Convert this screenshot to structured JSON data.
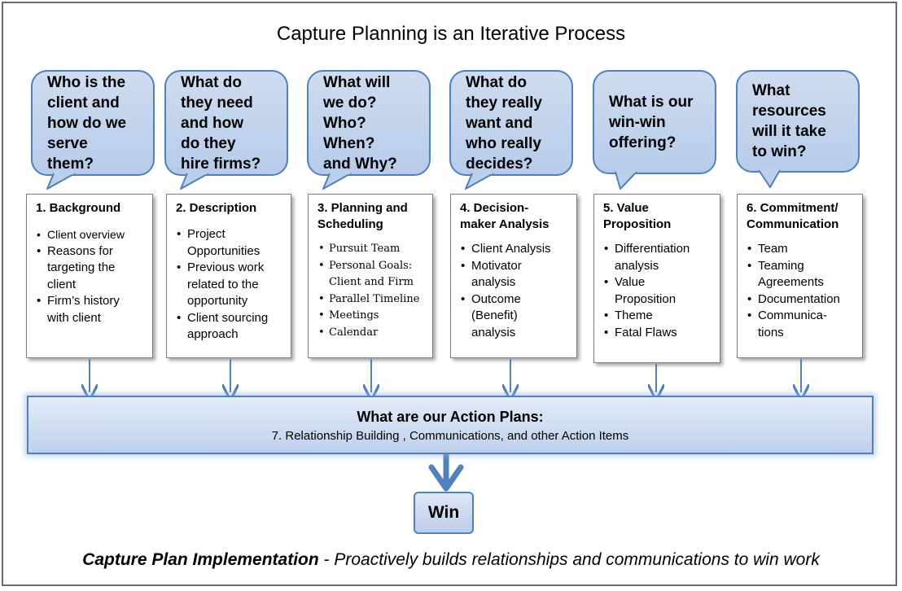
{
  "title": "Capture Planning is an Iterative Process",
  "colors": {
    "accent": "#4f81bd",
    "bubble_fill": "#c3d4ee",
    "panel_fill": "#d3e0f3"
  },
  "bubbles": [
    {
      "text": "Who is the\nclient and\nhow do we\nserve\nthem?"
    },
    {
      "text": "What do\nthey need\nand how\ndo they\nhire firms?"
    },
    {
      "text": "What will\nwe do?\nWho?\nWhen?\nand Why?"
    },
    {
      "text": "What do\nthey really\nwant  and\nwho really\ndecides?"
    },
    {
      "text": "What is our\nwin-win\noffering?"
    },
    {
      "text": "What\nresources\nwill it take\nto win?"
    }
  ],
  "boxes": [
    {
      "title": "1. Background",
      "items": [
        "Client overview",
        "Reasons for\ntargeting  the\nclient",
        "Firm’s history\nwith client"
      ]
    },
    {
      "title": "2. Description",
      "items": [
        "Project\nOpportunities",
        "Previous work\nrelated  to the\nopportunity",
        "Client sourcing\napproach"
      ]
    },
    {
      "title": "3. Planning and\nScheduling",
      "items": [
        "Pursuit Team",
        "Personal Goals:\nClient and Firm",
        "Parallel Timeline",
        "Meetings",
        "Calendar"
      ]
    },
    {
      "title": "4. Decision-\nmaker Analysis",
      "items": [
        "Client Analysis",
        "Motivator\nanalysis",
        "Outcome\n(Benefit)\nanalysis"
      ]
    },
    {
      "title": "5. Value\nProposition",
      "items": [
        "Differentiation\nanalysis",
        "Value\nProposition",
        "Theme",
        "Fatal Flaws"
      ]
    },
    {
      "title": "6. Commitment/\nCommunication",
      "items": [
        "Team",
        "Teaming\nAgreements",
        "Documentation",
        "Communica-\ntions"
      ]
    }
  ],
  "action_plans": {
    "title": "What are our Action Plans:",
    "subtitle": "7. Relationship Building , Communications, and other Action Items"
  },
  "outcome": {
    "label": "Win"
  },
  "footer": {
    "bold": "Capture Plan Implementation",
    "rest": " - Proactively builds relationships and communications to win work"
  }
}
